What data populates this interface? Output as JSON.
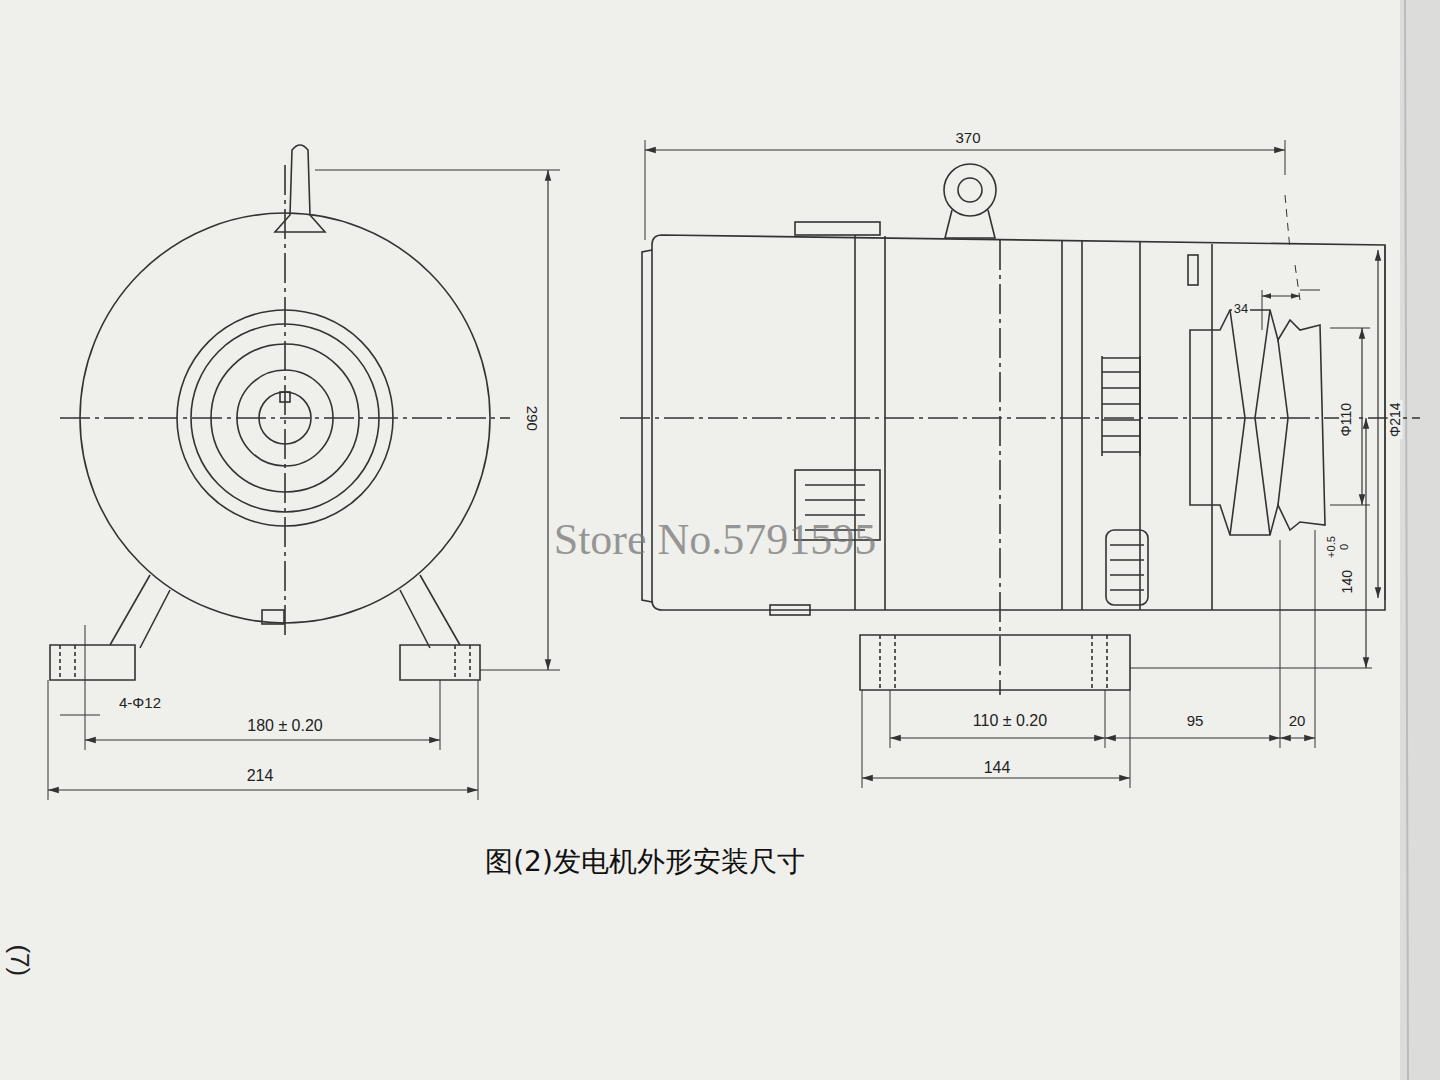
{
  "diagram": {
    "caption": "图(2)发电机外形安装尺寸",
    "labels": [
      "370",
      "290",
      "4-Φ12",
      "180 ± 0.20",
      "214",
      "34",
      "Φ110",
      "Φ214",
      "140",
      "+0.5",
      "0",
      "110 ± 0.20",
      "144",
      "95",
      "20",
      "Store No.5791595",
      "(7)"
    ]
  }
}
